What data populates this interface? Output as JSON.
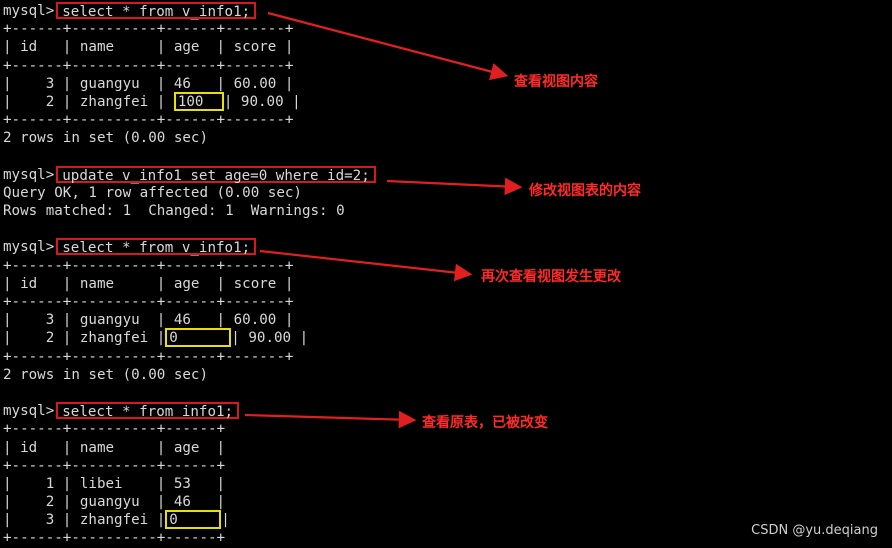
{
  "terminal": {
    "prompt": "mysql>",
    "q1": {
      "command": "select * from v_info1;",
      "border": "+------+----------+------+-------+",
      "header": "| id   | name     | age  | score |",
      "row1": "|    3 | guangyu  | 46   | 60.00 |",
      "row2_pre": "|    2 | zhangfei |",
      "row2_val": "100",
      "row2_post": "| 90.00 |",
      "footer": "2 rows in set (0.00 sec)"
    },
    "q2": {
      "command": "update v_info1 set age=0 where id=2;",
      "result1": "Query OK, 1 row affected (0.00 sec)",
      "result2": "Rows matched: 1  Changed: 1  Warnings: 0"
    },
    "q3": {
      "command": "select * from v_info1;",
      "border": "+------+----------+------+-------+",
      "header": "| id   | name     | age  | score |",
      "row1": "|    3 | guangyu  | 46   | 60.00 |",
      "row2_pre": "|    2 | zhangfei |",
      "row2_val": "0",
      "row2_post": "| 90.00 |",
      "footer": "2 rows in set (0.00 sec)"
    },
    "q4": {
      "command": "select * from info1;",
      "border": "+------+----------+------+",
      "header": "| id   | name     | age  |",
      "row1": "|    1 | libei    | 53   |",
      "row2": "|    2 | guangyu  | 46   |",
      "row3_pre": "|    3 | zhangfei |",
      "row3_val": "0",
      "row3_post": "|"
    }
  },
  "annotations": {
    "a1": "查看视图内容",
    "a2": "修改视图表的内容",
    "a3": "再次查看视图发生更改",
    "a4": "查看原表，已被改变"
  },
  "watermark": "CSDN @yu.deqiang",
  "colors": {
    "background": "#000000",
    "text": "#d8d8d8",
    "command_box": "#d7191b",
    "highlight_box": "#e8e000",
    "annotation": "#ff2a2a"
  }
}
